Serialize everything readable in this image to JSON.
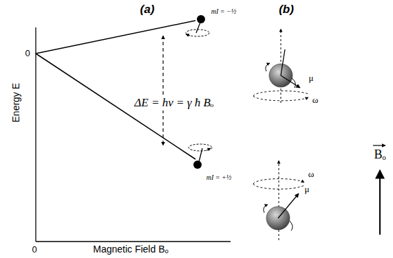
{
  "diagram": {
    "labels": [
      "(a)",
      "(b)",
      "Energy E",
      "0",
      "0",
      "Magnetic Field Bₒ",
      "mI = −½",
      "mI = +½",
      "ΔE = hν = γ ħ Bₒ",
      "μ",
      "ω",
      "ω",
      "μ",
      "Bₒ"
    ]
  }
}
